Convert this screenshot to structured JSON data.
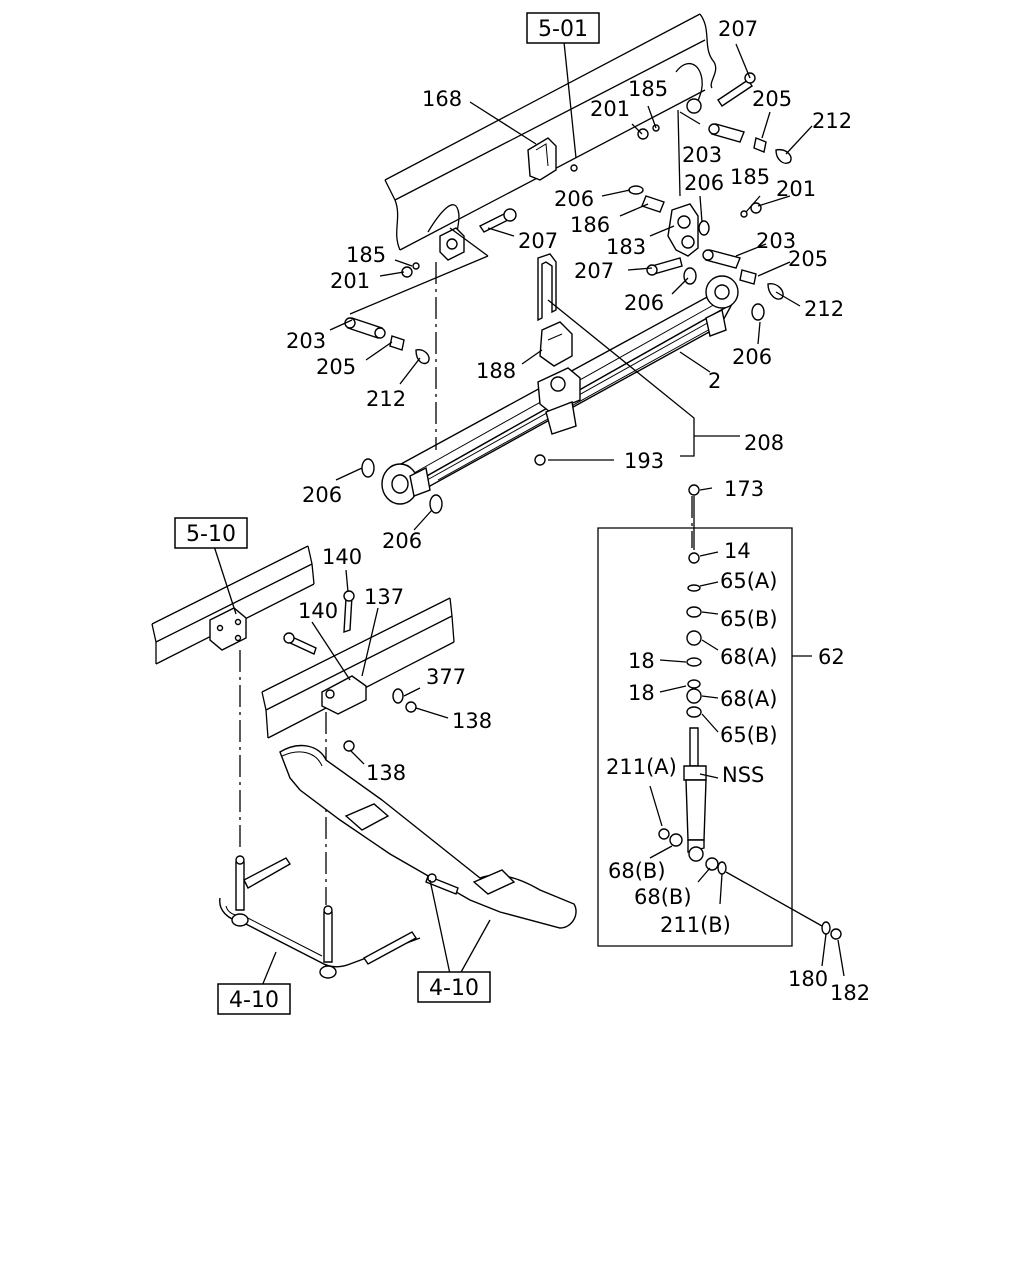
{
  "references": {
    "r501": "5-01",
    "r510": "5-10",
    "r410a": "4-10",
    "r410b": "4-10"
  },
  "labels": {
    "l207a": "207",
    "l185a": "185",
    "l201a": "201",
    "l205a": "205",
    "l212a": "212",
    "l203a": "203",
    "l168": "168",
    "l206a": "206",
    "l186": "186",
    "l206b": "206",
    "l185b": "185",
    "l201b": "201",
    "l183": "183",
    "l203b": "203",
    "l207b": "207",
    "l205b": "205",
    "l185c": "185",
    "l201c": "201",
    "l207c": "207",
    "l206c": "206",
    "l212b": "212",
    "l203c": "203",
    "l205c": "205",
    "l188": "188",
    "l2": "2",
    "l212c": "212",
    "l206d": "206",
    "l208": "208",
    "l193": "193",
    "l206e": "206",
    "l206f": "206",
    "l173": "173",
    "l14": "14",
    "l65a1": "65(A)",
    "l65b1": "65(B)",
    "l68a1": "68(A)",
    "l18a": "18",
    "l62": "62",
    "l18b": "18",
    "l68a2": "68(A)",
    "l65b2": "65(B)",
    "l211a": "211(A)",
    "lnss": "NSS",
    "l68b1": "68(B)",
    "l68b2": "68(B)",
    "l211b": "211(B)",
    "l180": "180",
    "l182": "182",
    "l140a": "140",
    "l137": "137",
    "l140b": "140",
    "l377": "377",
    "l138a": "138",
    "l138b": "138"
  }
}
